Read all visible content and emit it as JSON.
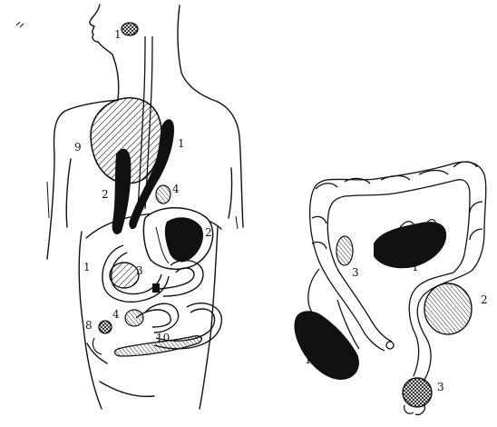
{
  "figure": {
    "left_panel": {
      "labels": [
        {
          "id": "salivary-1",
          "text": "1"
        },
        {
          "id": "liver-9",
          "text": "9"
        },
        {
          "id": "esophagus-1",
          "text": "1"
        },
        {
          "id": "esophagus-2",
          "text": "2"
        },
        {
          "id": "node-4-upper",
          "text": "4"
        },
        {
          "id": "stomach-2",
          "text": "2"
        },
        {
          "id": "left-1",
          "text": "1"
        },
        {
          "id": "duodenum-3",
          "text": "3"
        },
        {
          "id": "node-4-lower",
          "text": "4"
        },
        {
          "id": "cecum-8",
          "text": "8"
        },
        {
          "id": "intestine-10",
          "text": "10"
        }
      ]
    },
    "right_panel": {
      "labels": [
        {
          "id": "transverse-1",
          "text": "1"
        },
        {
          "id": "ascending-3",
          "text": "3"
        },
        {
          "id": "sigmoid-2",
          "text": "2"
        },
        {
          "id": "cecum-1",
          "text": "1"
        },
        {
          "id": "rectum-3",
          "text": "3"
        }
      ]
    },
    "colors": {
      "ink": "#111111",
      "background": "#ffffff"
    }
  }
}
